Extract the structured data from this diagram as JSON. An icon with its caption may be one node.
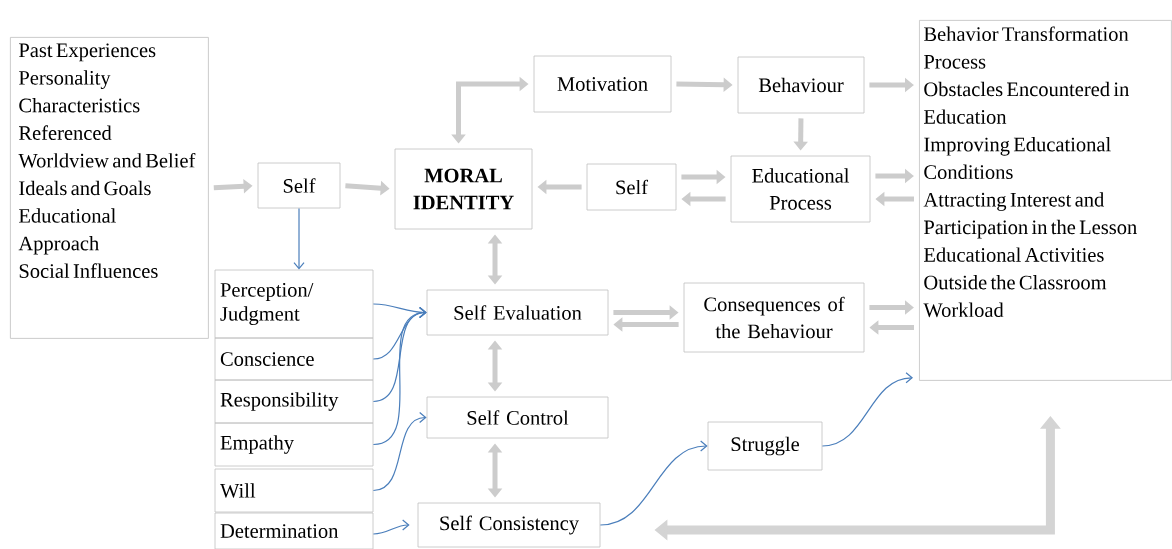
{
  "diagram": {
    "nodes": [
      {
        "text": [
          "Past Experiences",
          "Personality Characteristics",
          "Referenced Worldview and Belief",
          "Ideals and Goals",
          "Educational Approach",
          "Social Influences"
        ]
      },
      {
        "text": [
          "Self"
        ]
      },
      {
        "text": [
          "MORAL IDENTITY"
        ]
      },
      {
        "text": [
          "Motivation"
        ]
      },
      {
        "text": [
          "Behaviour"
        ]
      },
      {
        "text": [
          "Self"
        ]
      },
      {
        "text": [
          "Educational Process"
        ]
      },
      {
        "text": [
          "Behavior Transformation Process",
          "Obstacles Encountered in Education",
          "Improving Educational Conditions",
          "Attracting Interest and Participation in the Lesson",
          "Educational Activities Outside the Classroom",
          "Workload"
        ]
      },
      {
        "text": [
          "Perception/ Judgment"
        ]
      },
      {
        "text": [
          "Conscience"
        ]
      },
      {
        "text": [
          "Responsibility"
        ]
      },
      {
        "text": [
          "Empathy"
        ]
      },
      {
        "text": [
          "Will"
        ]
      },
      {
        "text": [
          "Determination"
        ]
      },
      {
        "text": [
          "Self Evaluation"
        ]
      },
      {
        "text": [
          "Consequences of the Behaviour"
        ]
      },
      {
        "text": [
          "Self Control"
        ]
      },
      {
        "text": [
          "Struggle"
        ]
      },
      {
        "text": [
          "Self Consistency"
        ]
      }
    ],
    "edges": [
      {
        "from": 0,
        "to": 1,
        "arrow": "to"
      },
      {
        "from": 1,
        "to": 2,
        "arrow": "to"
      },
      {
        "from": 2,
        "to": 3,
        "arrow": "both"
      },
      {
        "from": 3,
        "to": 4,
        "arrow": "to"
      },
      {
        "from": 4,
        "to": 7,
        "arrow": "to"
      },
      {
        "from": 4,
        "to": 6,
        "arrow": "to"
      },
      {
        "from": 5,
        "to": 2,
        "arrow": "to"
      },
      {
        "from": 5,
        "to": 6,
        "arrow": "to"
      },
      {
        "from": 6,
        "to": 5,
        "arrow": "to"
      },
      {
        "from": 6,
        "to": 7,
        "arrow": "to"
      },
      {
        "from": 7,
        "to": 6,
        "arrow": "to"
      },
      {
        "from": 2,
        "to": 14,
        "arrow": "both"
      },
      {
        "from": 14,
        "to": 15,
        "arrow": "to"
      },
      {
        "from": 15,
        "to": 14,
        "arrow": "to"
      },
      {
        "from": 15,
        "to": 7,
        "arrow": "to"
      },
      {
        "from": 7,
        "to": 15,
        "arrow": "to"
      },
      {
        "from": 14,
        "to": 16,
        "arrow": "both"
      },
      {
        "from": 16,
        "to": 18,
        "arrow": "both"
      },
      {
        "from": 18,
        "to": 7,
        "arrow": "both",
        "style": "thick"
      },
      {
        "from": 1,
        "to": 8,
        "arrow": "to",
        "color": "#4a7ebb"
      },
      {
        "from": 8,
        "to": 14,
        "arrow": "to",
        "color": "#4a7ebb"
      },
      {
        "from": 9,
        "to": 14,
        "arrow": "to",
        "color": "#4a7ebb"
      },
      {
        "from": 10,
        "to": 14,
        "arrow": "to",
        "color": "#4a7ebb"
      },
      {
        "from": 11,
        "to": 14,
        "arrow": "to",
        "color": "#4a7ebb"
      },
      {
        "from": 12,
        "to": 16,
        "arrow": "to",
        "color": "#4a7ebb"
      },
      {
        "from": 13,
        "to": 18,
        "arrow": "to",
        "color": "#4a7ebb"
      },
      {
        "from": 18,
        "to": 17,
        "arrow": "to",
        "color": "#4a7ebb"
      },
      {
        "from": 17,
        "to": 7,
        "arrow": "to",
        "color": "#4a7ebb"
      }
    ]
  }
}
